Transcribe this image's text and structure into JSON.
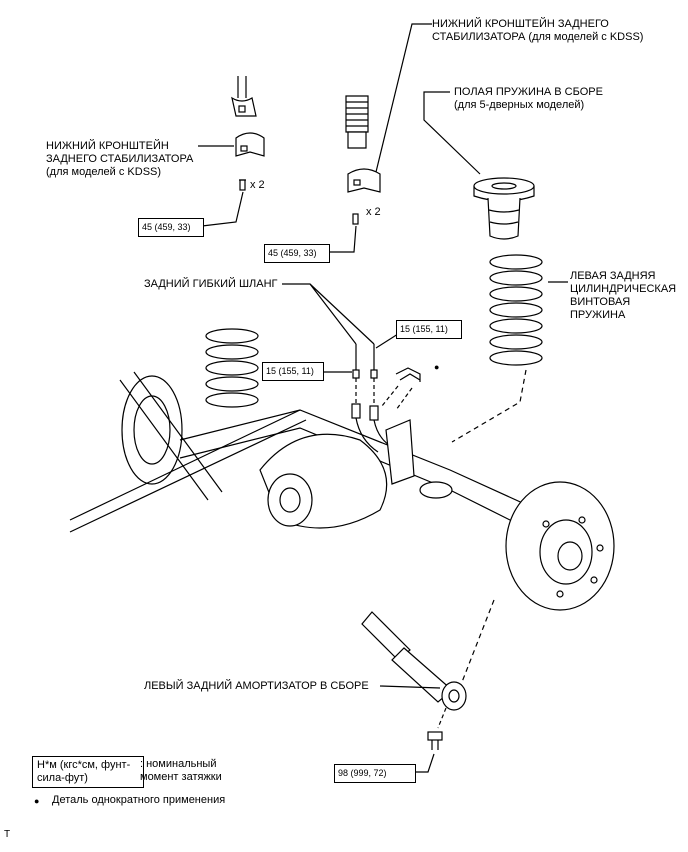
{
  "labels": {
    "stab_bracket_left": [
      "НИЖНИЙ КРОНШТЕЙН",
      "ЗАДНЕГО СТАБИЛИЗАТОРА",
      "(для моделей с KDSS)"
    ],
    "stab_bracket_top": [
      "НИЖНИЙ КРОНШТЕЙН ЗАДНЕГО",
      "СТАБИЛИЗАТОРА (для моделей с KDSS)"
    ],
    "bump_stopper": [
      "ПОЛАЯ ПРУЖИНА В СБОРЕ",
      "(для 5-дверных моделей)"
    ],
    "coil_spring": [
      "ЛЕВАЯ ЗАДНЯЯ",
      "ЦИЛИНДРИЧЕСКАЯ",
      "ВИНТОВАЯ",
      "ПРУЖИНА"
    ],
    "flex_hose": "ЗАДНИЙ ГИБКИЙ ШЛАНГ",
    "shock": "ЛЕВЫЙ ЗАДНИЙ АМОРТИЗАТОР В СБОРЕ",
    "qty_left": "x 2",
    "qty_right": "x 2"
  },
  "torques": {
    "stab_left": "45 (459, 33)",
    "stab_right": "45 (459, 33)",
    "hose_left": "15 (155, 11)",
    "hose_right": "15 (155, 11)",
    "shock_bolt": "98 (999, 72)"
  },
  "legend": {
    "units_line1": "Н*м (кгс*см, фунт-",
    "units_line2": "сила-фут)",
    "desc_line1": ": номинальный",
    "desc_line2": "момент затяжки",
    "bullet": "●",
    "non_reusable": "Деталь однократного применения"
  },
  "corner_mark": "T"
}
